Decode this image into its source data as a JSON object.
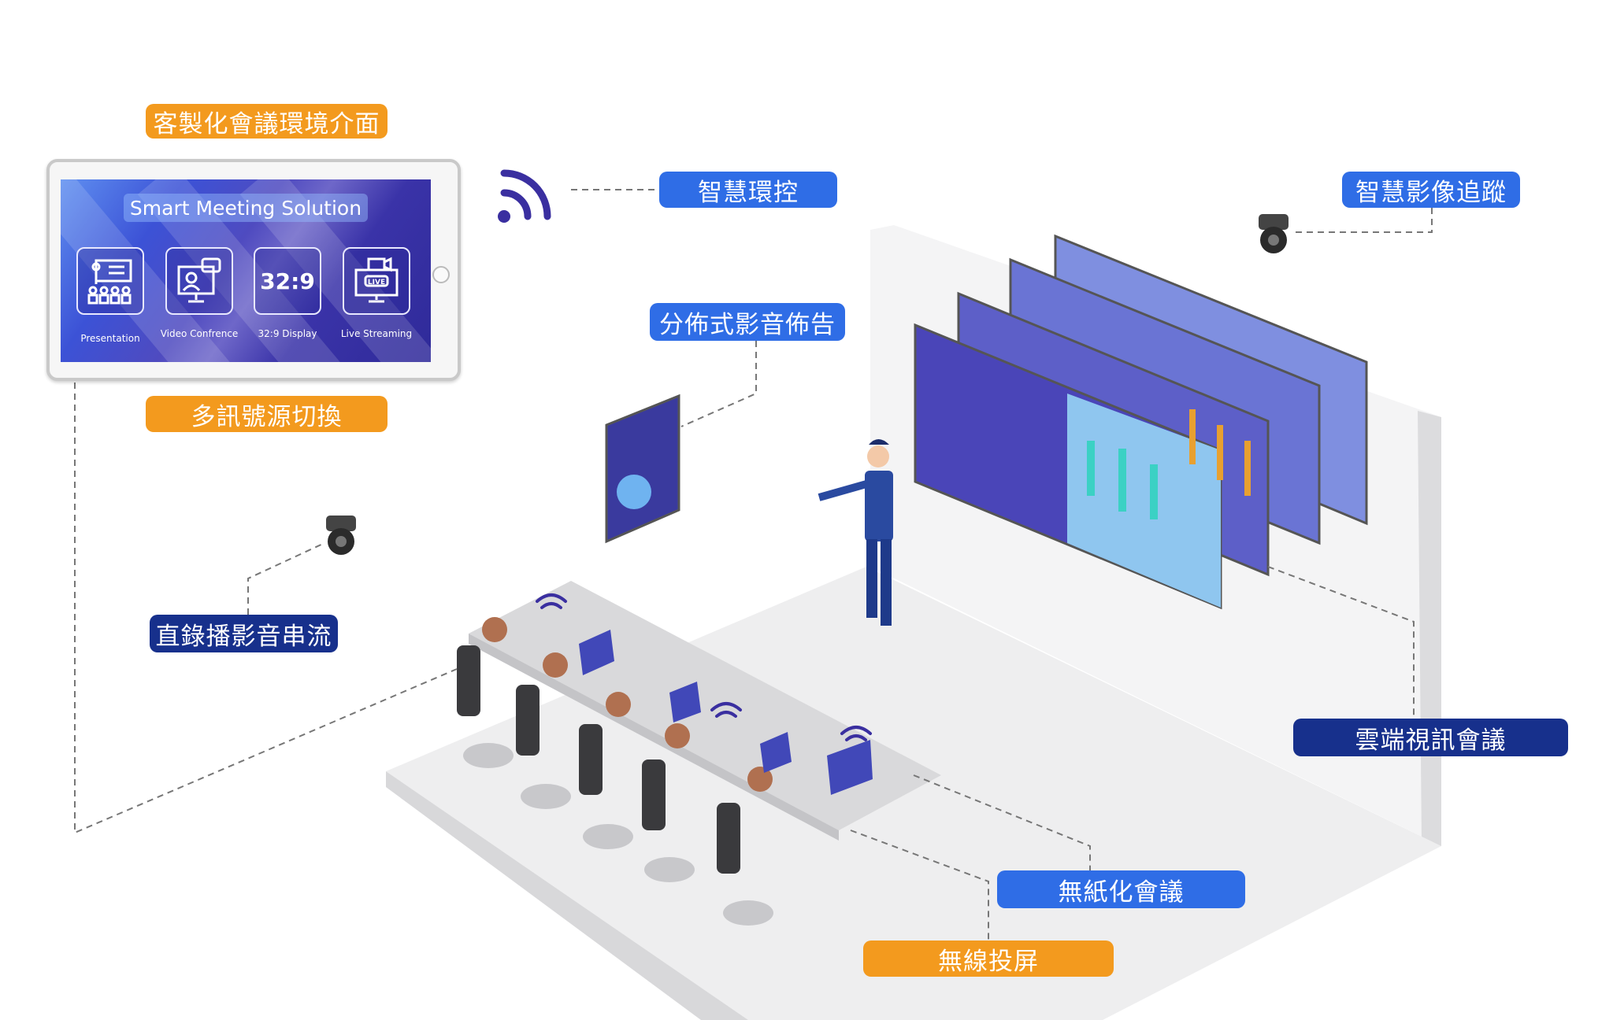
{
  "tablet": {
    "title": "Smart Meeting Solution",
    "tiles": [
      {
        "icon": "presentation-icon",
        "label": "Presentation"
      },
      {
        "icon": "video-conference-icon",
        "label": "Video Confrence"
      },
      {
        "icon": "ratio-display-icon",
        "glyph": "32:9",
        "label": "32:9 Display"
      },
      {
        "icon": "live-streaming-icon",
        "label": "Live Streaming"
      }
    ]
  },
  "labels": {
    "custom_interface": "客製化會議環境介面",
    "multi_source_switching": "多訊號源切換",
    "smart_environment_control": "智慧環控",
    "smart_video_tracking": "智慧影像追蹤",
    "distributed_signage": "分佈式影音佈告",
    "recording_streaming": "直錄播影音串流",
    "cloud_video_conference": "雲端視訊會議",
    "paperless_meeting": "無紙化會議",
    "wireless_projection": "無線投屏"
  },
  "colors": {
    "orange": "#f39a1e",
    "blue": "#2f6de6",
    "navy": "#17308c"
  }
}
